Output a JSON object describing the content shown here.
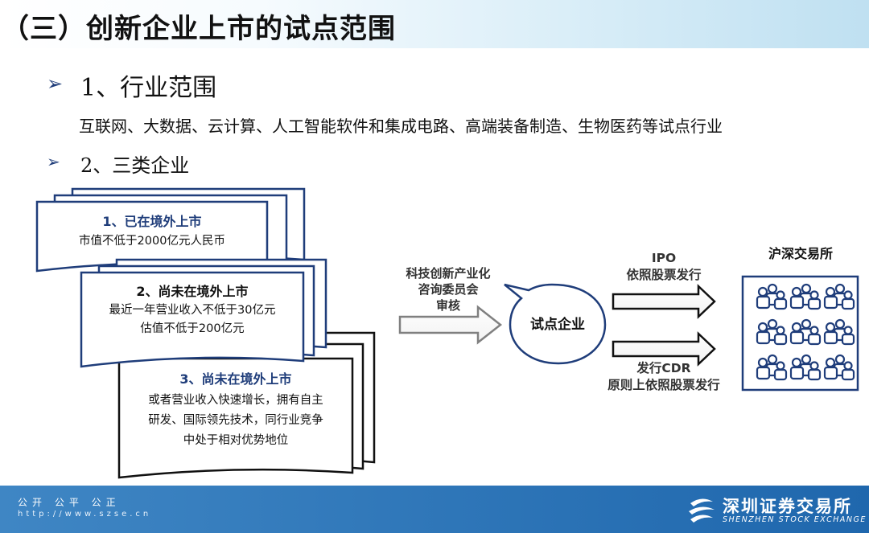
{
  "header": {
    "title": "（三）创新企业上市的试点范围"
  },
  "section1": {
    "bullet": "➢",
    "heading": "1、行业范围",
    "body": "互联网、大数据、云计算、人工智能软件和集成电路、高端装备制造、生物医药等试点行业"
  },
  "section2": {
    "bullet": "➢",
    "heading": "2、三类企业"
  },
  "categories": [
    {
      "title": "1、已在境外上市",
      "lines": [
        "市值不低于2000亿元人民币"
      ]
    },
    {
      "title": "2、尚未在境外上市",
      "lines": [
        "最近一年营业收入不低于30亿元",
        "估值不低于200亿元"
      ]
    },
    {
      "title": "3、尚未在境外上市",
      "lines": [
        "或者营业收入快速增长，拥有自主",
        "研发、国际领先技术，同行业竞争",
        "中处于相对优势地位"
      ]
    }
  ],
  "review": {
    "lines": [
      "科技创新产业化",
      "咨询委员会",
      "审核"
    ]
  },
  "center": {
    "label": "试点企业"
  },
  "path_ipo": {
    "lines": [
      "IPO",
      "依照股票发行"
    ]
  },
  "path_cdr": {
    "lines": [
      "发行CDR",
      "原则上依照股票发行"
    ]
  },
  "exchange": {
    "label": "沪深交易所",
    "icon": "investor-group-icon",
    "icon_count": 9
  },
  "footer": {
    "slogan": "公开 公平 公正",
    "url": "http://www.szse.cn",
    "logo_icon": "szse-logo-icon",
    "logo_cn": "深圳证券交易所",
    "logo_en": "SHENZHEN STOCK EXCHANGE"
  },
  "colors": {
    "navy": "#1f3d7a",
    "box_border": "#1f3d7a",
    "footer": "#2f78bc",
    "arrow_gray": "#7f7f7f"
  }
}
